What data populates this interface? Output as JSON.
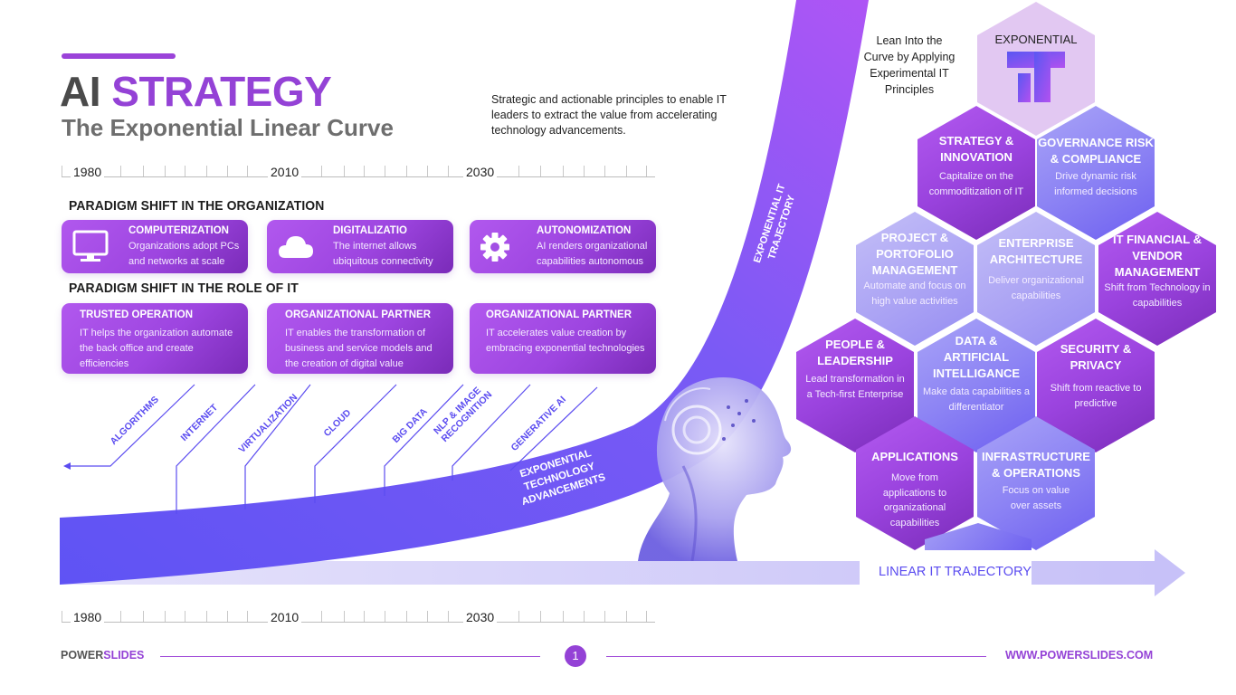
{
  "header": {
    "title_part1": "AI",
    "title_part2": "STRATEGY",
    "subtitle": "The Exponential Linear Curve",
    "description": "Strategic and actionable principles to enable IT leaders to extract the value from accelerating technology advancements."
  },
  "timeline": {
    "years": [
      "1980",
      "2010",
      "2030"
    ]
  },
  "org_shift": {
    "heading": "PARADIGM SHIFT IN THE ORGANIZATION",
    "cards": [
      {
        "title": "COMPUTERIZATION",
        "text": "Organizations adopt PCs and networks at scale",
        "icon": "monitor-icon"
      },
      {
        "title": "DIGITALIZATIO",
        "text": "The internet allows ubiquitous connectivity",
        "icon": "cloud-icon"
      },
      {
        "title": "AUTONOMIZATION",
        "text": "AI renders organizational capabilities autonomous",
        "icon": "gear-icon"
      }
    ]
  },
  "it_shift": {
    "heading": "PARADIGM SHIFT IN THE ROLE OF IT",
    "cards": [
      {
        "title": "TRUSTED OPERATION",
        "text": "IT helps the organization automate the back office and create efficiencies"
      },
      {
        "title": "ORGANIZATIONAL PARTNER",
        "text": "IT enables the transformation of business and service models and the creation of digital value"
      },
      {
        "title": "ORGANIZATIONAL PARTNER",
        "text": "IT accelerates value creation by embracing exponential technologies"
      }
    ]
  },
  "technologies": [
    "ALGORITHMS",
    "INTERNET",
    "VIRTUALIZATION",
    "CLOUD",
    "BIG DATA",
    "NLP & IMAGE\nRECOGNITION",
    "GENERATIVE AI"
  ],
  "curve": {
    "tech_label_1": "EXPONENTIAL",
    "tech_label_2": "TECHNOLOGY",
    "tech_label_3": "ADVANCEMENTS",
    "traj_label_1": "EXPONENTIAL IT",
    "traj_label_2": "TRAJECTORY",
    "linear_label": "LINEAR IT TRAJECTORY"
  },
  "hexagons": {
    "intro": "Lean Into the Curve by Applying Experimental IT Principles",
    "top": {
      "title": "EXPONENTIAL",
      "logo": "IT"
    },
    "cells": [
      {
        "title": "STRATEGY & INNOVATION",
        "text": "Capitalize on the commoditization of IT"
      },
      {
        "title": "GOVERNANCE RISK & COMPLIANCE",
        "text": "Drive dynamic risk informed decisions"
      },
      {
        "title": "PROJECT & PORTOFOLIO MANAGEMENT",
        "text": "Automate and focus on high value activities"
      },
      {
        "title": "ENTERPRISE ARCHITECTURE",
        "text": "Deliver organizational capabilities"
      },
      {
        "title": "IT FINANCIAL & VENDOR MANAGEMENT",
        "text": "Shift from Technology in capabilities"
      },
      {
        "title": "PEOPLE & LEADERSHIP",
        "text": "Lead transformation in a Tech-first Enterprise"
      },
      {
        "title": "DATA & ARTIFICIAL INTELLIGANCE",
        "text": "Make data capabilities a differentiator"
      },
      {
        "title": "SECURITY & PRIVACY",
        "text": "Shift from reactive to predictive"
      },
      {
        "title": "APPLICATIONS",
        "text": "Move from applications to organizational capabilities"
      },
      {
        "title": "INFRASTRUCTURE & OPERATIONS",
        "text": "Focus on value over assets"
      }
    ]
  },
  "footer": {
    "brand_part1": "POWER",
    "brand_part2": "SLIDES",
    "page_number": "1",
    "website": "WWW.POWERSLIDES.COM"
  },
  "colors": {
    "accent_purple": "#9442d6",
    "curve_blue": "#6a5af5",
    "traj_purple": "#ae55f5",
    "linear_lavender": "#d5d0fa"
  }
}
